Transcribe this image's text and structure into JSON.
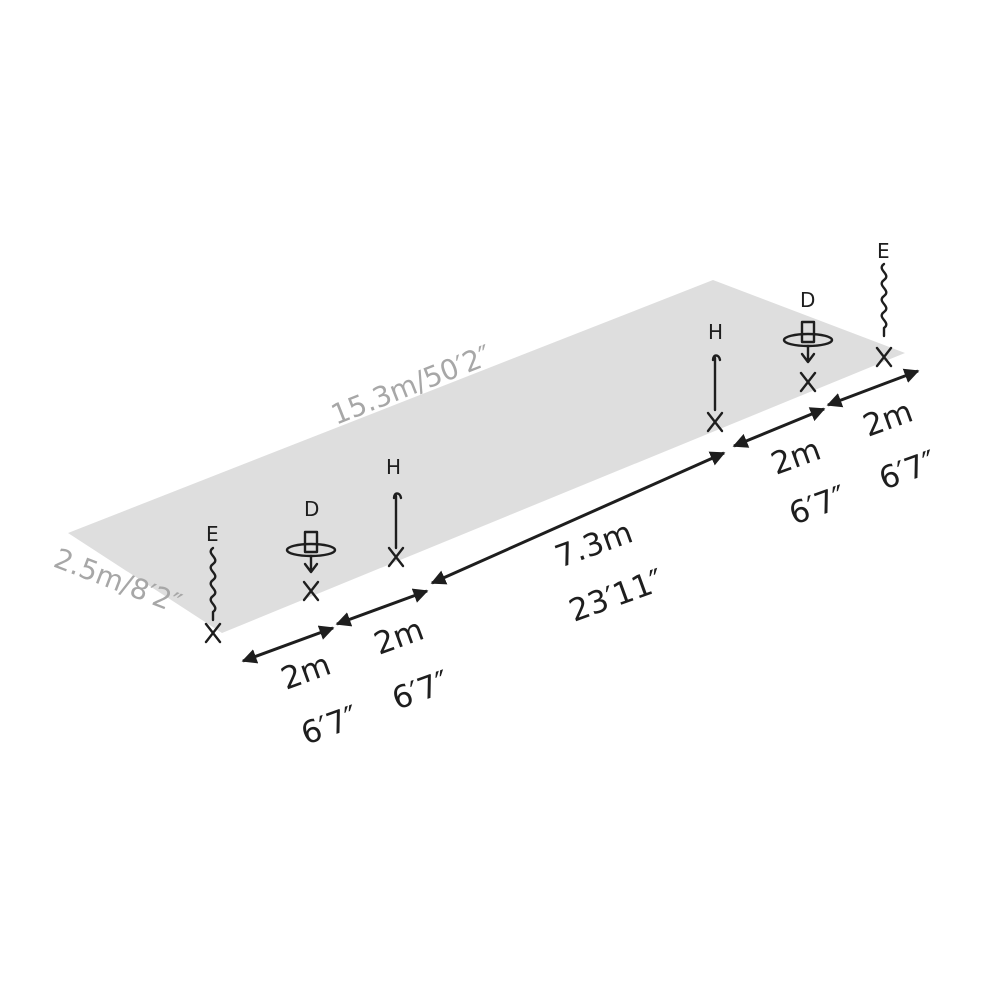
{
  "colors": {
    "slab": "#dedede",
    "ink": "#1e1e1e",
    "overall_label": "#a7a7a7"
  },
  "dimensions": {
    "overall_length": "15.3m/50′2″",
    "width": "2.5m/8′2″",
    "spans": [
      {
        "metric": "2m",
        "imperial": "6′7″"
      },
      {
        "metric": "2m",
        "imperial": "6′7″"
      },
      {
        "metric": "7.3m",
        "imperial": "23′11″"
      },
      {
        "metric": "2m",
        "imperial": "6′7″"
      },
      {
        "metric": "2m",
        "imperial": "6′7″"
      }
    ]
  },
  "anchors": [
    {
      "letter": "E",
      "icon": "earth-screw-anchor-icon"
    },
    {
      "letter": "D",
      "icon": "disc-anchor-icon"
    },
    {
      "letter": "H",
      "icon": "hook-anchor-icon"
    },
    {
      "letter": "H",
      "icon": "hook-anchor-icon"
    },
    {
      "letter": "D",
      "icon": "disc-anchor-icon"
    },
    {
      "letter": "E",
      "icon": "earth-screw-anchor-icon"
    }
  ]
}
